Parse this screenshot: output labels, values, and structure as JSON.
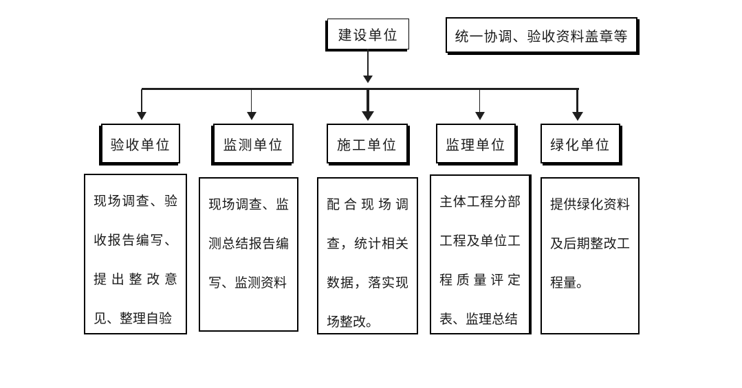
{
  "theme": {
    "background": "#ffffff",
    "border_color": "#000000",
    "line_color": "#1f1f1f",
    "text_color": "#1a1a1a"
  },
  "chart_type": "org-flowchart",
  "top_box": {
    "label": "建设单位"
  },
  "side_box": {
    "label": "统一协调、验收资料盖章等"
  },
  "units": [
    {
      "label": "验收单位",
      "detail": "现场调查、验收报告编写、提出整改意见、整理自验"
    },
    {
      "label": "监测单位",
      "detail": "现场调查、监测总结报告编写、监测资料"
    },
    {
      "label": "施工单位",
      "detail": "配合现场调查，统计相关数据，落实现场整改。"
    },
    {
      "label": "监理单位",
      "detail": "主体工程分部工程及单位工程质量评定表、监理总结"
    },
    {
      "label": "绿化单位",
      "detail": "提供绿化资料及后期整改工程量。"
    }
  ]
}
